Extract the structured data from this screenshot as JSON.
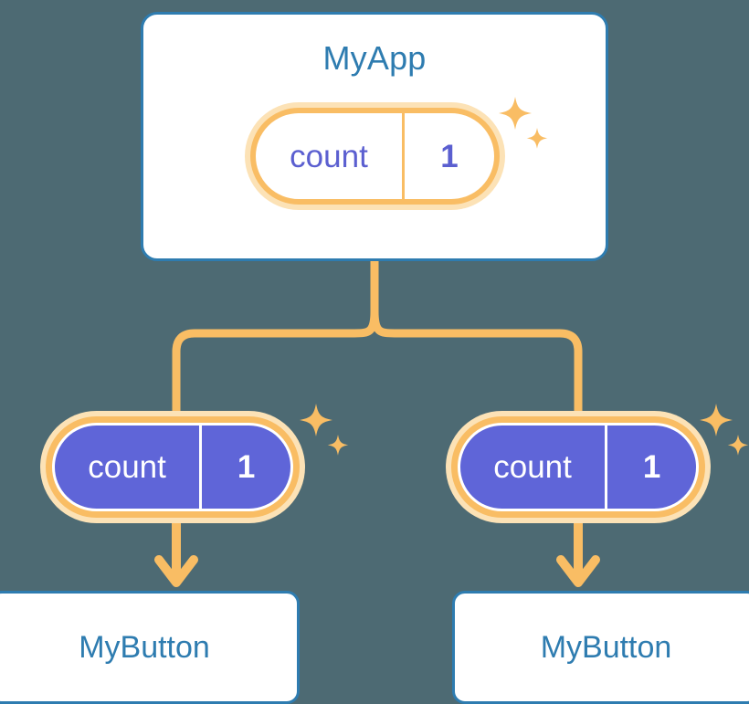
{
  "diagram": {
    "title_semantic": "react-state-propagation-tree",
    "background_color": "#4d6a73",
    "accent_blue": "#2e7cb0",
    "accent_orange": "#f9bd64",
    "accent_orange_light": "#fce2b6",
    "accent_purple": "#5f65d8",
    "card_background": "#ffffff"
  },
  "root": {
    "label": "MyApp",
    "state": {
      "key": "count",
      "value": "1"
    },
    "sparkle_icon": "sparkles-icon"
  },
  "children": [
    {
      "label": "MyButton",
      "state": {
        "key": "count",
        "value": "1"
      },
      "sparkle_icon": "sparkles-icon"
    },
    {
      "label": "MyButton",
      "state": {
        "key": "count",
        "value": "1"
      },
      "sparkle_icon": "sparkles-icon"
    }
  ],
  "connectors": {
    "branch_icon": "branch-connector",
    "arrow_icon": "down-arrow-icon",
    "color": "#f9bd64"
  }
}
